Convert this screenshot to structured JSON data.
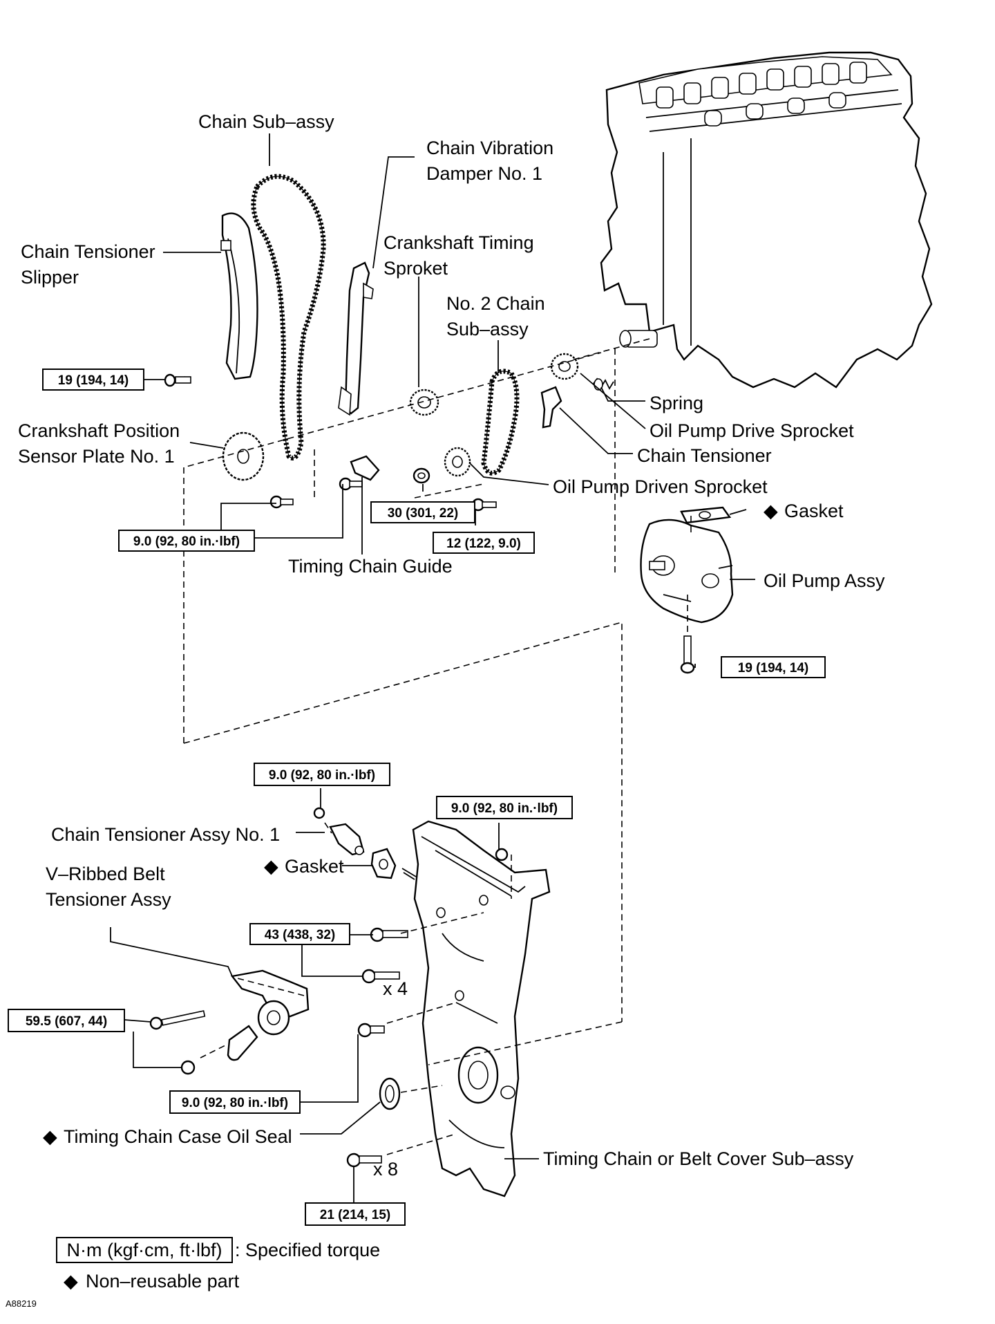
{
  "labels": {
    "chain_sub_assy": "Chain Sub–assy",
    "chain_vibration_damper_1": "Chain Vibration",
    "chain_vibration_damper_2": "Damper No. 1",
    "chain_tensioner_slipper_1": "Chain Tensioner",
    "chain_tensioner_slipper_2": "Slipper",
    "crankshaft_timing_sproket_1": "Crankshaft Timing",
    "crankshaft_timing_sproket_2": "Sproket",
    "no2_chain_sub_assy_1": "No. 2 Chain",
    "no2_chain_sub_assy_2": "Sub–assy",
    "spring": "Spring",
    "oil_pump_drive_sprocket": "Oil Pump Drive Sprocket",
    "chain_tensioner": "Chain Tensioner",
    "crankshaft_position_sensor_plate_1": "Crankshaft Position",
    "crankshaft_position_sensor_plate_2": "Sensor Plate No. 1",
    "oil_pump_driven_sprocket": "Oil Pump Driven Sprocket",
    "gasket_top": "Gasket",
    "timing_chain_guide": "Timing Chain Guide",
    "oil_pump_assy": "Oil Pump Assy",
    "chain_tensioner_assy_no1": "Chain Tensioner Assy No. 1",
    "gasket_bottom": "Gasket",
    "v_ribbed_belt_tensioner_1": "V–Ribbed Belt",
    "v_ribbed_belt_tensioner_2": "Tensioner Assy",
    "x4": "x 4",
    "x8": "x 8",
    "timing_chain_case_oil_seal": "Timing Chain Case Oil Seal",
    "timing_chain_or_belt_cover": "Timing Chain or Belt Cover Sub–assy"
  },
  "torques": {
    "t1": "19 (194, 14)",
    "t2": "9.0 (92, 80 in.·lbf)",
    "t3": "30 (301, 22)",
    "t4": "12 (122, 9.0)",
    "t5": "19 (194, 14)",
    "t6": "9.0 (92, 80 in.·lbf)",
    "t7": "9.0 (92, 80 in.·lbf)",
    "t8": "43 (438, 32)",
    "t9": "59.5 (607, 44)",
    "t10": "9.0 (92, 80 in.·lbf)",
    "t11": "21 (214, 15)"
  },
  "legend": {
    "unit_box": "N·m (kgf·cm, ft·lbf)",
    "unit_text": ": Specified torque",
    "non_reusable": "Non–reusable part",
    "diamond": "◆"
  },
  "figure_id": "A88219"
}
